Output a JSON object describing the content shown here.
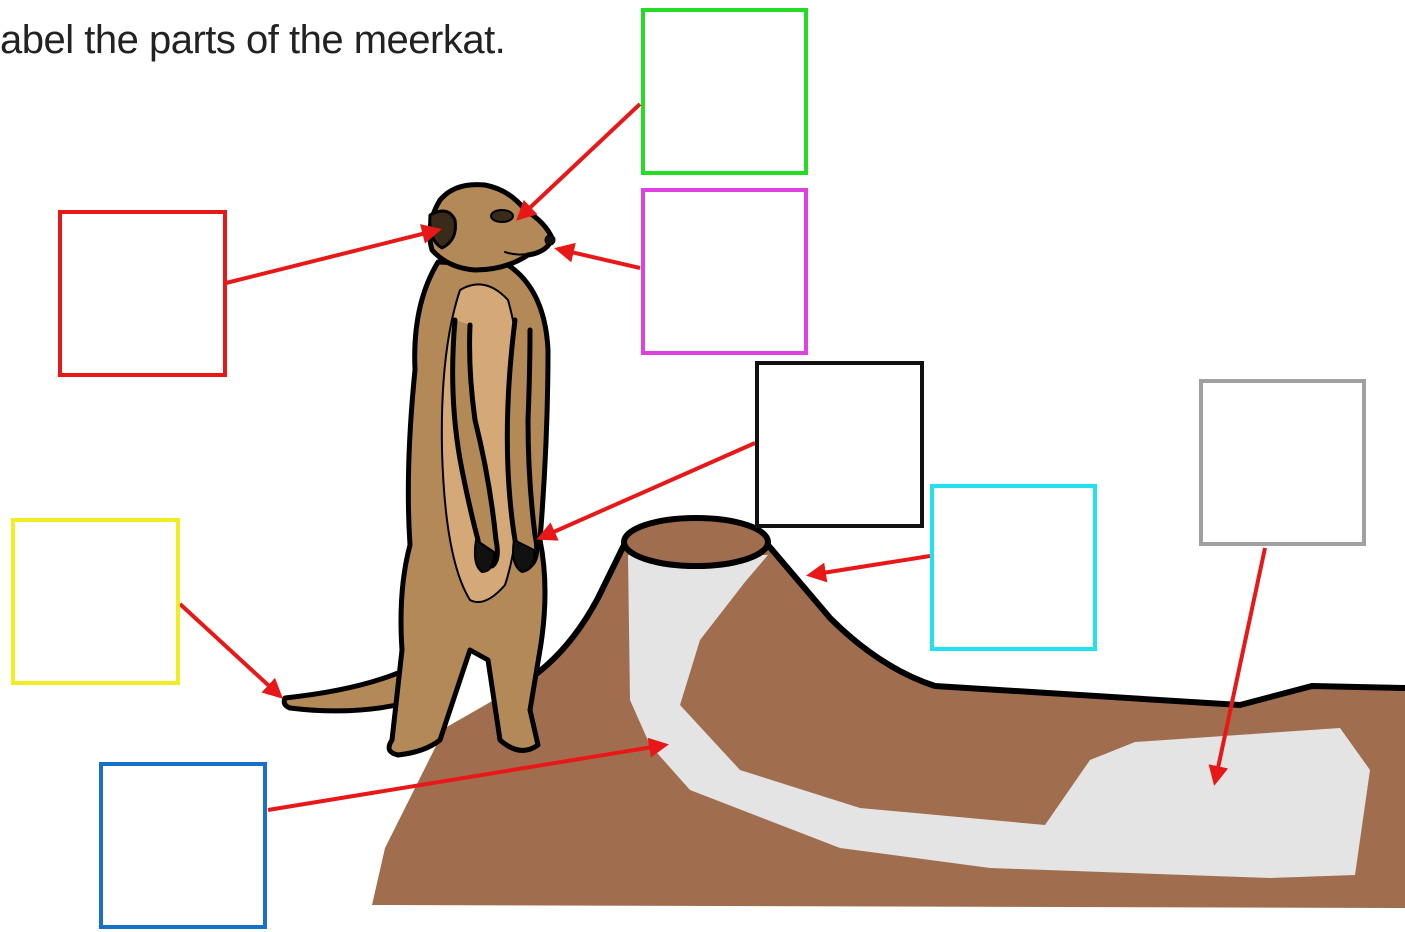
{
  "instruction": "abel the parts of the meerkat.",
  "colors": {
    "arrow": "#e81818",
    "ground": "#a06e4e",
    "burrow": "#e4e4e4",
    "outline": "#000000",
    "meerkat_fur": "#b38a57",
    "meerkat_belly": "#d4a877"
  },
  "label_boxes": [
    {
      "id": "green",
      "color": "#22dd22",
      "value": ""
    },
    {
      "id": "magenta",
      "color": "#e040e0",
      "value": ""
    },
    {
      "id": "red",
      "color": "#e81818",
      "value": ""
    },
    {
      "id": "black",
      "color": "#111111",
      "value": ""
    },
    {
      "id": "cyan",
      "color": "#22e0f0",
      "value": ""
    },
    {
      "id": "gray",
      "color": "#a0a0a0",
      "value": ""
    },
    {
      "id": "yellow",
      "color": "#f0ee20",
      "value": ""
    },
    {
      "id": "blue",
      "color": "#1870c8",
      "value": ""
    }
  ]
}
